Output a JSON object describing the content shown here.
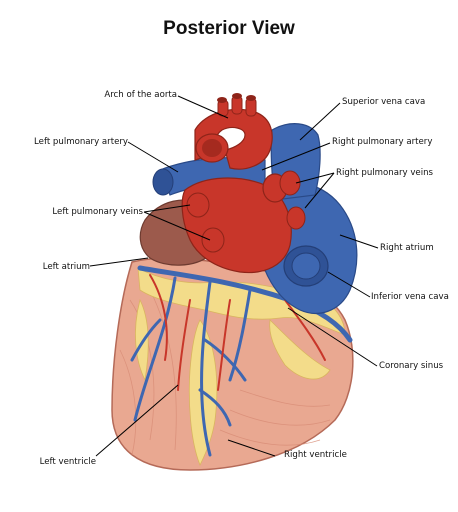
{
  "title": "Posterior View",
  "labels": {
    "arch_of_aorta": "Arch of the aorta",
    "superior_vena_cava": "Superior vena cava",
    "left_pulmonary_artery": "Left pulmonary artery",
    "right_pulmonary_artery": "Right pulmonary artery",
    "right_pulmonary_veins": "Right pulmonary veins",
    "left_pulmonary_veins": "Left pulmonary veins",
    "right_atrium": "Right atrium",
    "left_atrium": "Left atrium",
    "inferior_vena_cava": "Inferior vena cava",
    "coronary_sinus": "Coronary sinus",
    "left_ventricle": "Left ventricle",
    "right_ventricle": "Right ventricle"
  },
  "colors": {
    "artery_red": "#c8362a",
    "vein_blue": "#3e67b1",
    "muscle_pink": "#e9a891",
    "fat_yellow": "#f3dc8a",
    "atrium_brown": "#9c5a4c"
  }
}
